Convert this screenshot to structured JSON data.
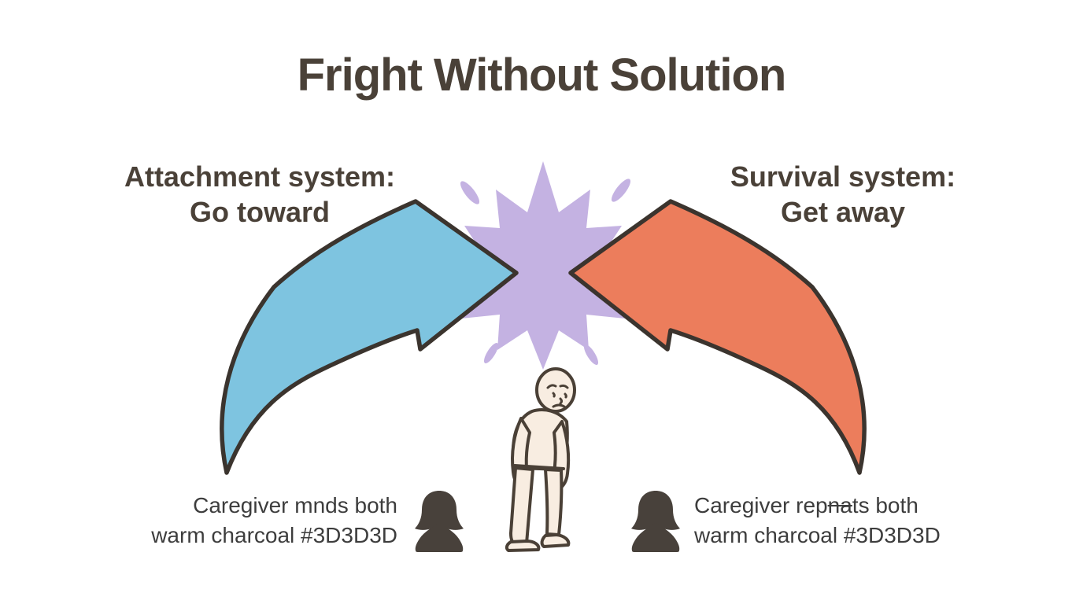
{
  "title": "Fright Without Solution",
  "left_label": {
    "line1": "Attachment system:",
    "line2": "Go toward"
  },
  "right_label": {
    "line1": "Survival system:",
    "line2": "Get away"
  },
  "left_caption": {
    "line1": "Caregiver mnds both",
    "line2": "warm charcoal #3D3D3D"
  },
  "right_caption": {
    "line1": {
      "pre": "Caregiver rep",
      "struck": "na",
      "post": "ts both"
    },
    "line2": "warm charcoal #3D3D3D"
  },
  "icons": {
    "left": "female-silhouette",
    "right": "female-silhouette"
  },
  "figure": "sad-slumped-person",
  "colors": {
    "attachment_arrow": "#7EC4E0",
    "survival_arrow": "#EC7D5C",
    "collision_burst": "#C4B2E2",
    "outline": "#3B342E",
    "heading_text": "#4A4138",
    "caption_text": "#3D3D3D",
    "figure_skin": "#F8EDE1",
    "icon_silhouette": "#48413B",
    "background": "#FFFFFF"
  }
}
